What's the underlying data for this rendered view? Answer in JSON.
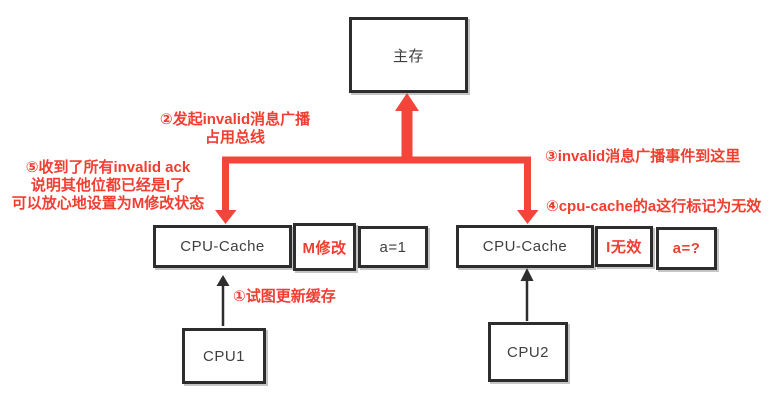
{
  "diagram": {
    "main_memory": {
      "label": "主存"
    },
    "left_cache": {
      "label": "CPU-Cache",
      "state": "M修改",
      "value": "a=1"
    },
    "right_cache": {
      "label": "CPU-Cache",
      "state": "I无效",
      "value": "a=?"
    },
    "cpu1": {
      "label": "CPU1"
    },
    "cpu2": {
      "label": "CPU2"
    },
    "annotations": {
      "step1": "①试图更新缓存",
      "step2_line1": "②发起invalid消息广播",
      "step2_line2": "占用总线",
      "step3": "③invalid消息广播事件到这里",
      "step4": "④cpu-cache的a这行标记为无效",
      "step5_line1": "⑤收到了所有invalid ack",
      "step5_line2": "说明其他位都已经是I了",
      "step5_line3": "可以放心地设置为M修改状态"
    },
    "colors": {
      "red": "#f23e31",
      "arrow_red": "#f4453a",
      "box_border": "#2d2d2d",
      "box_text": "#3f3f3f"
    }
  }
}
